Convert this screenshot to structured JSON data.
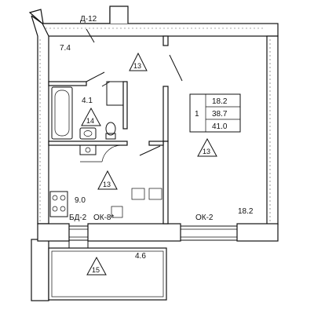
{
  "door_label": "Д-12",
  "rooms": {
    "hall": {
      "area": "7.4",
      "mark": "13"
    },
    "bath": {
      "area": "4.1",
      "mark": "14"
    },
    "kitchen": {
      "area": "9.0",
      "mark": "13"
    },
    "living": {
      "area": "18.2",
      "mark": "13"
    },
    "balcony": {
      "area": "4.6",
      "mark": "15"
    }
  },
  "apartment_table": {
    "number": "1",
    "rows": [
      "18.2",
      "38.7",
      "41.0"
    ]
  },
  "openings": {
    "balcony_door": "БД-2",
    "kitchen_window": "ОК-8*",
    "living_window": "ОК-2"
  }
}
